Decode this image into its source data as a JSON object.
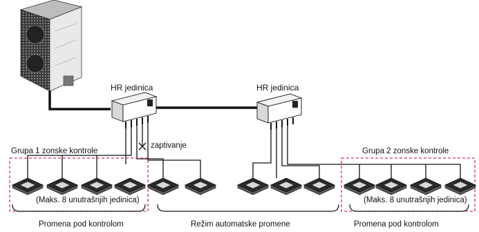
{
  "labels": {
    "hr_unit_left": "HR jedinica",
    "hr_unit_right": "HR jedinica",
    "seal": "zaptivanje",
    "group1": "Grupa 1 zonske kontrole",
    "group2": "Grupa 2 zonske kontrole",
    "max_left": "(Maks. 8 unutrašnjih jedinica)",
    "max_right": "(Maks. 8 unutrašnjih jedinica)",
    "controlled_left": "Promena pod kontrolom",
    "auto_mode": "Režim automatske promene",
    "controlled_right": "Promena pod kontrolom"
  },
  "colors": {
    "line": "#111111",
    "dashed_box": "#d62b6e",
    "unit_body": "#2b2b2b"
  }
}
